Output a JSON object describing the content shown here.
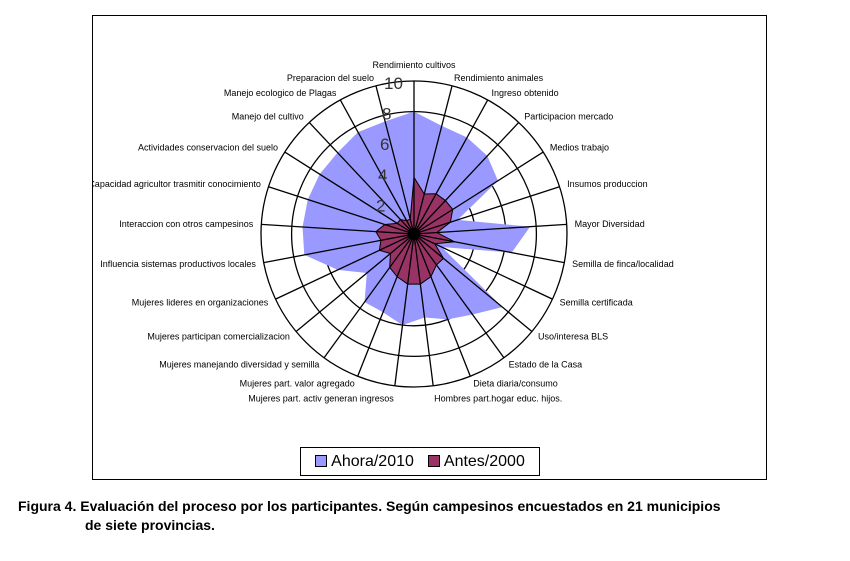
{
  "chart_data": {
    "type": "radar",
    "categories": [
      "Rendimiento cultivos",
      "Rendimiento animales",
      "Ingreso obtenido",
      "Participacion mercado",
      "Medios trabajo",
      "Insumos produccion",
      "Mayor Diversidad",
      "Semilla de finca/localidad",
      "Semilla certificada",
      "Uso/interesa BLS",
      "Estado de la Casa",
      "Dieta diaria/consumo",
      "Hombres part.hogar educ. hijos.",
      "Mujeres part. activ generan ingresos",
      "Mujeres part. valor agregado",
      "Mujeres manejando diversidad y semilla",
      "Mujeres participan  comercializacion",
      "Mujeres  lideres en organizaciones",
      "Influencia sistemas productivos locales",
      "Interaccion con otros campesinos",
      "Capacidad agricultor trasmitir conocimiento",
      "Actividades conservacion del suelo",
      "Manejo del cultivo",
      "Manejo ecologico de Plagas",
      "Preparacion del suelo"
    ],
    "series": [
      {
        "name": "Ahora/2010",
        "color": "#9999ff",
        "values": [
          8,
          7.3,
          7.2,
          7,
          6.5,
          3,
          7.6,
          6.5,
          2,
          7.5,
          6.5,
          6,
          5.5,
          6,
          5.5,
          5.5,
          4,
          5.5,
          7.3,
          7.3,
          7.3,
          7.3,
          7.3,
          7.6,
          7.6
        ]
      },
      {
        "name": "Antes/2000",
        "color": "#993366",
        "values": [
          3.7,
          2.7,
          3,
          3,
          3,
          2.5,
          1.5,
          2.7,
          1.5,
          2.5,
          2.5,
          3,
          3.3,
          3.3,
          3,
          2.7,
          2,
          2.5,
          2.2,
          2.5,
          2,
          1.3,
          1.3,
          1,
          1
        ]
      }
    ],
    "ticks": [
      "2",
      "4",
      "6",
      "8",
      "10"
    ],
    "rmax": 10,
    "legend": "bottom"
  },
  "caption": {
    "line1": "Figura 4. Evaluación del proceso por los participantes. Según campesinos encuestados en 21 municipios",
    "line2": "de siete provincias."
  }
}
